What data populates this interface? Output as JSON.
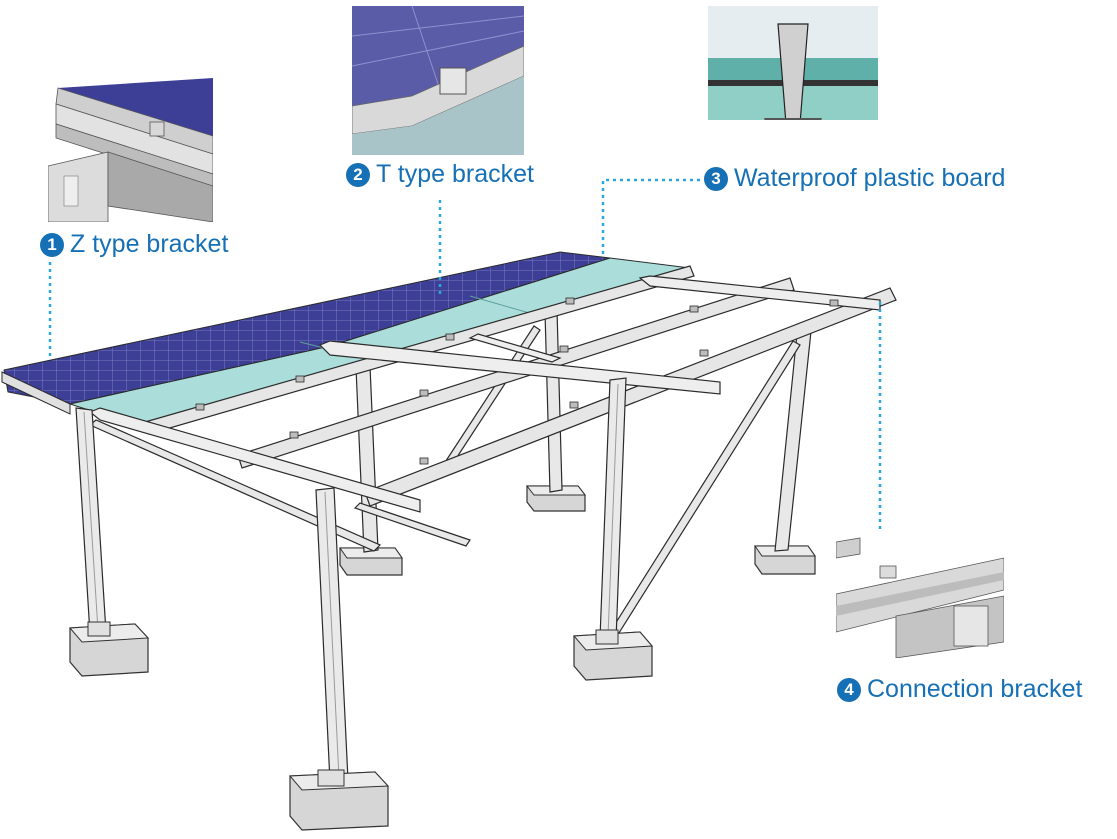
{
  "callouts": [
    {
      "number": "1",
      "label": "Z type bracket"
    },
    {
      "number": "2",
      "label": "T type bracket"
    },
    {
      "number": "3",
      "label": "Waterproof plastic board"
    },
    {
      "number": "4",
      "label": "Connection bracket"
    }
  ],
  "colors": {
    "callout_text": "#1670b5",
    "leader_line": "#2aa7dc",
    "solar_panel": "#3d3f96",
    "waterproof_board": "#8fd3cf",
    "steel": "#e4e4e4",
    "steel_outline": "#2b2b2b",
    "concrete_footing": "#d6d6d6"
  }
}
